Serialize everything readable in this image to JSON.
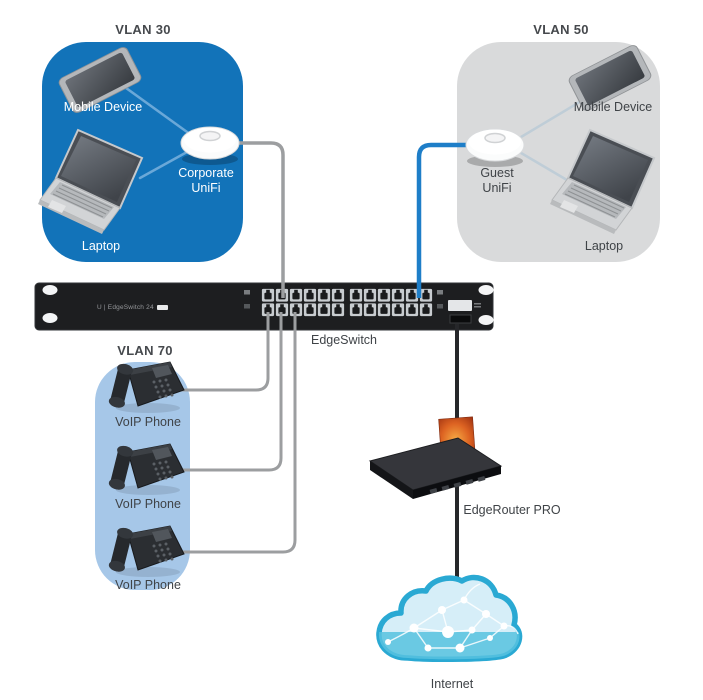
{
  "vlan30": {
    "title": "VLAN 30",
    "box_color": "#1273b9",
    "mobile_label": "Mobile Device",
    "ap_label": "Corporate\nUniFi",
    "laptop_label": "Laptop"
  },
  "vlan50": {
    "title": "VLAN 50",
    "box_color": "#d9dadb",
    "mobile_label": "Mobile Device",
    "ap_label": "Guest\nUniFi",
    "laptop_label": "Laptop"
  },
  "vlan70": {
    "title": "VLAN 70",
    "box_color": "#a6c7e8",
    "phones": [
      {
        "label": "VoIP Phone"
      },
      {
        "label": "VoIP Phone"
      },
      {
        "label": "VoIP Phone"
      }
    ]
  },
  "switch": {
    "label": "EdgeSwitch",
    "faceplate_text": "U | EdgeSwitch 24"
  },
  "router": {
    "label": "EdgeRouter PRO"
  },
  "internet": {
    "label": "Internet"
  },
  "colors": {
    "cable_blue": "#1e7ec8",
    "cable_gray": "#9c9ea0",
    "cable_black": "#26272a",
    "cloud_stroke": "#2aa9d3",
    "cloud_fill": "#d6eef8",
    "cloud_band": "#57c2df"
  }
}
